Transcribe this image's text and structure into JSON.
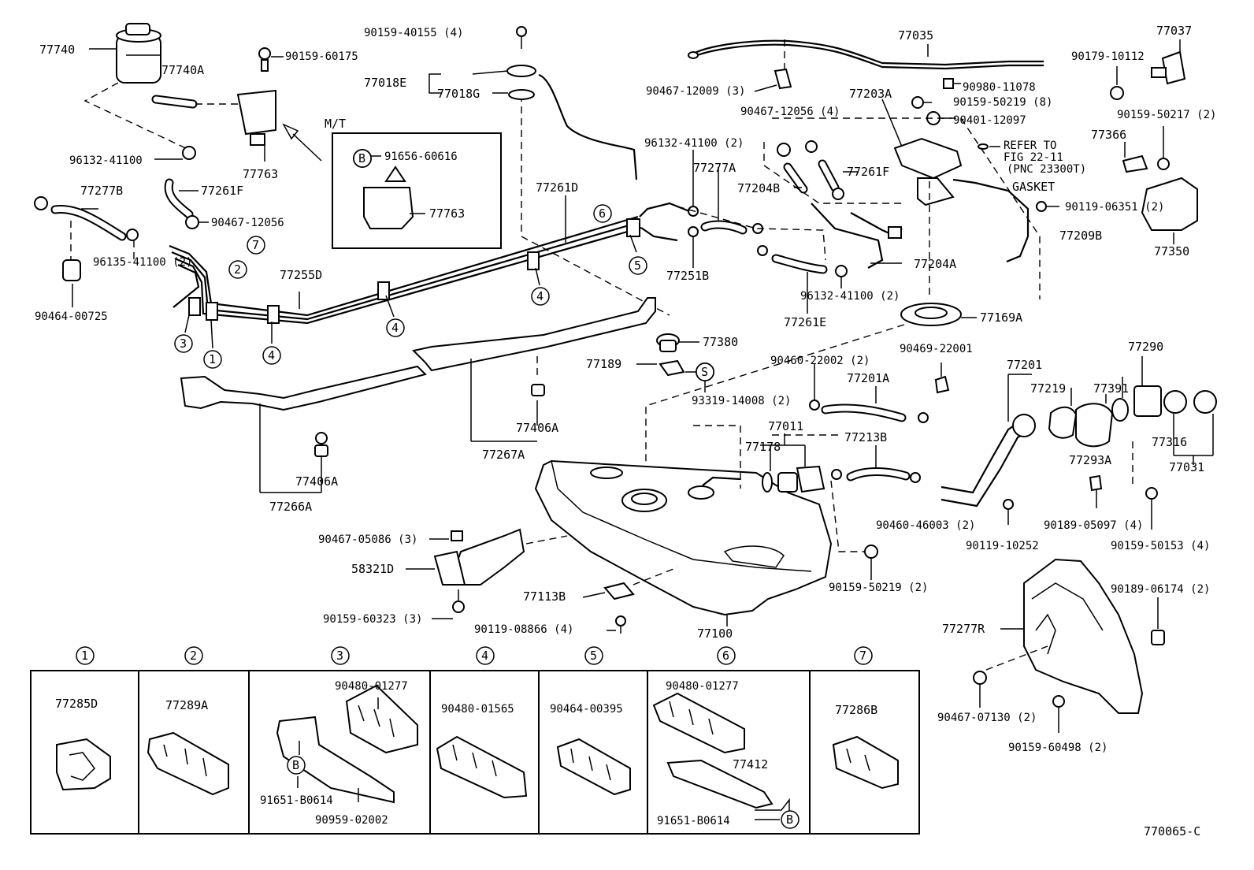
{
  "diagram_code": "770065-C",
  "notes": {
    "mt": "M/T",
    "refer": [
      "REFER TO",
      "FIG 22-11",
      "(PNC 23300T)"
    ],
    "gasket": "GASKET"
  },
  "labels": {
    "l1": "77740",
    "l2": "77740A",
    "l3": "90159-60175",
    "l4": "96132-41100",
    "l5": "77763",
    "l6": "77277B",
    "l7": "77261F",
    "l8": "90467-12056",
    "l9": "96135-41100 (2)",
    "l10": "90464-00725",
    "l11": "77255D",
    "l12": "91656-60616",
    "l13": "77763",
    "l14": "90159-40155 (4)",
    "l15": "77018E",
    "l16": "77018G",
    "l17": "77261D",
    "l18": "77035",
    "l19": "90467-12009 (3)",
    "l20": "90980-11078",
    "l21": "90159-50219 (8)",
    "l22": "90401-12097",
    "l23": "77203A",
    "l24": "90467-12056 (4)",
    "l25": "96132-41100 (2)",
    "l26": "77277A",
    "l27": "77204B",
    "l28": "77261F",
    "l29": "77251B",
    "l30": "77204A",
    "l31": "77209B",
    "l32": "96132-41100 (2)",
    "l33": "77261E",
    "l34": "90119-06351 (2)",
    "l35": "77169A",
    "l36": "77037",
    "l37": "90179-10112",
    "l38": "90159-50217 (2)",
    "l39": "77366",
    "l40": "77350",
    "l41": "77380",
    "l42": "77189",
    "l43": "93319-14008 (2)",
    "l44": "77406A",
    "l45": "77267A",
    "l46": "77406A",
    "l47": "77266A",
    "l48": "90460-22002 (2)",
    "l49": "90469-22001",
    "l50": "77201A",
    "l51": "77201",
    "l52": "77219",
    "l53": "77391",
    "l54": "77290",
    "l55": "77011",
    "l56": "77178",
    "l57": "77213B",
    "l58": "77293A",
    "l59": "77316",
    "l60": "77031",
    "l61": "90460-46003 (2)",
    "l62": "90119-10252",
    "l63": "90189-05097 (4)",
    "l64": "90159-50153 (4)",
    "l65": "90467-05086 (3)",
    "l66": "58321D",
    "l67": "90159-50219 (2)",
    "l68": "77113B",
    "l69": "90159-60323 (3)",
    "l70": "90119-08866 (4)",
    "l71": "77100",
    "l72": "90189-06174 (2)",
    "l73": "77277R",
    "l74": "90467-07130 (2)",
    "l75": "90159-60498 (2)"
  },
  "markers": {
    "c1": "1",
    "c2": "2",
    "c3": "3",
    "c4": "4",
    "c5": "5",
    "c6": "6",
    "c7": "7",
    "s": "S",
    "b": "B"
  },
  "legend": [
    {
      "num": "1",
      "parts": [
        "77285D"
      ]
    },
    {
      "num": "2",
      "parts": [
        "77289A"
      ]
    },
    {
      "num": "3",
      "parts": [
        "90480-01277",
        "91651-B0614",
        "90959-02002"
      ],
      "marker": "B"
    },
    {
      "num": "4",
      "parts": [
        "90480-01565"
      ]
    },
    {
      "num": "5",
      "parts": [
        "90464-00395"
      ]
    },
    {
      "num": "6",
      "parts": [
        "90480-01277",
        "77412",
        "91651-B0614"
      ],
      "marker": "B"
    },
    {
      "num": "7",
      "parts": [
        "77286B"
      ]
    }
  ]
}
